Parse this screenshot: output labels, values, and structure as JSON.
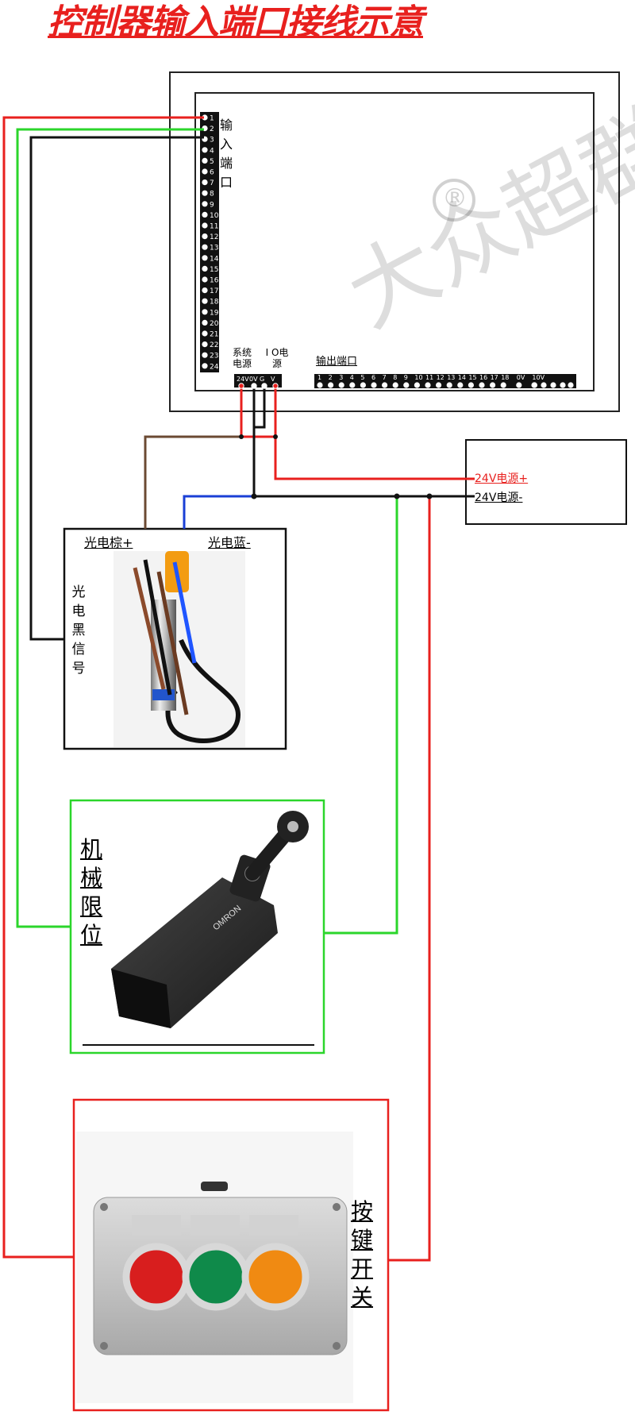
{
  "title": "控制器输入端口接线示意",
  "controller": {
    "input_port_label": "输入端口",
    "output_port_label": "输出端口",
    "system_power_label": "系统电源",
    "io_power_label": "I O电源",
    "system_power_terminals": [
      "24V",
      "0V"
    ],
    "io_power_terminals": [
      "G",
      "V"
    ],
    "input_terminals": [
      "1",
      "2",
      "3",
      "4",
      "5",
      "6",
      "7",
      "8",
      "9",
      "10",
      "11",
      "12",
      "13",
      "14",
      "15",
      "16",
      "17",
      "18",
      "19",
      "20",
      "21",
      "22",
      "23",
      "24"
    ],
    "output_terminals": [
      "1",
      "2",
      "3",
      "4",
      "5",
      "6",
      "7",
      "8",
      "9",
      "10",
      "11",
      "12",
      "13",
      "14",
      "15",
      "16",
      "17",
      "18",
      "0V",
      "10V"
    ]
  },
  "power_supply": {
    "positive_label": "24V电源+",
    "negative_label": "24V电源-"
  },
  "photo_sensor": {
    "brown_label": "光电棕+",
    "blue_label": "光电蓝-",
    "black_label": "光电黑信号"
  },
  "limit_switch": {
    "label": "机械限位",
    "brand_text": "OMRON"
  },
  "button_box": {
    "label": "按键开关"
  },
  "watermark": {
    "text": "大众超群",
    "mark": "®"
  },
  "colors": {
    "title": "#e8201e",
    "wire_red": "#e8201e",
    "wire_green": "#2bd62b",
    "wire_black": "#111111",
    "wire_blue": "#1a3fd6",
    "wire_brown": "#6b4a33",
    "button_red": "#d81e1e",
    "button_green": "#0f8a4a",
    "button_orange": "#f08a12"
  }
}
